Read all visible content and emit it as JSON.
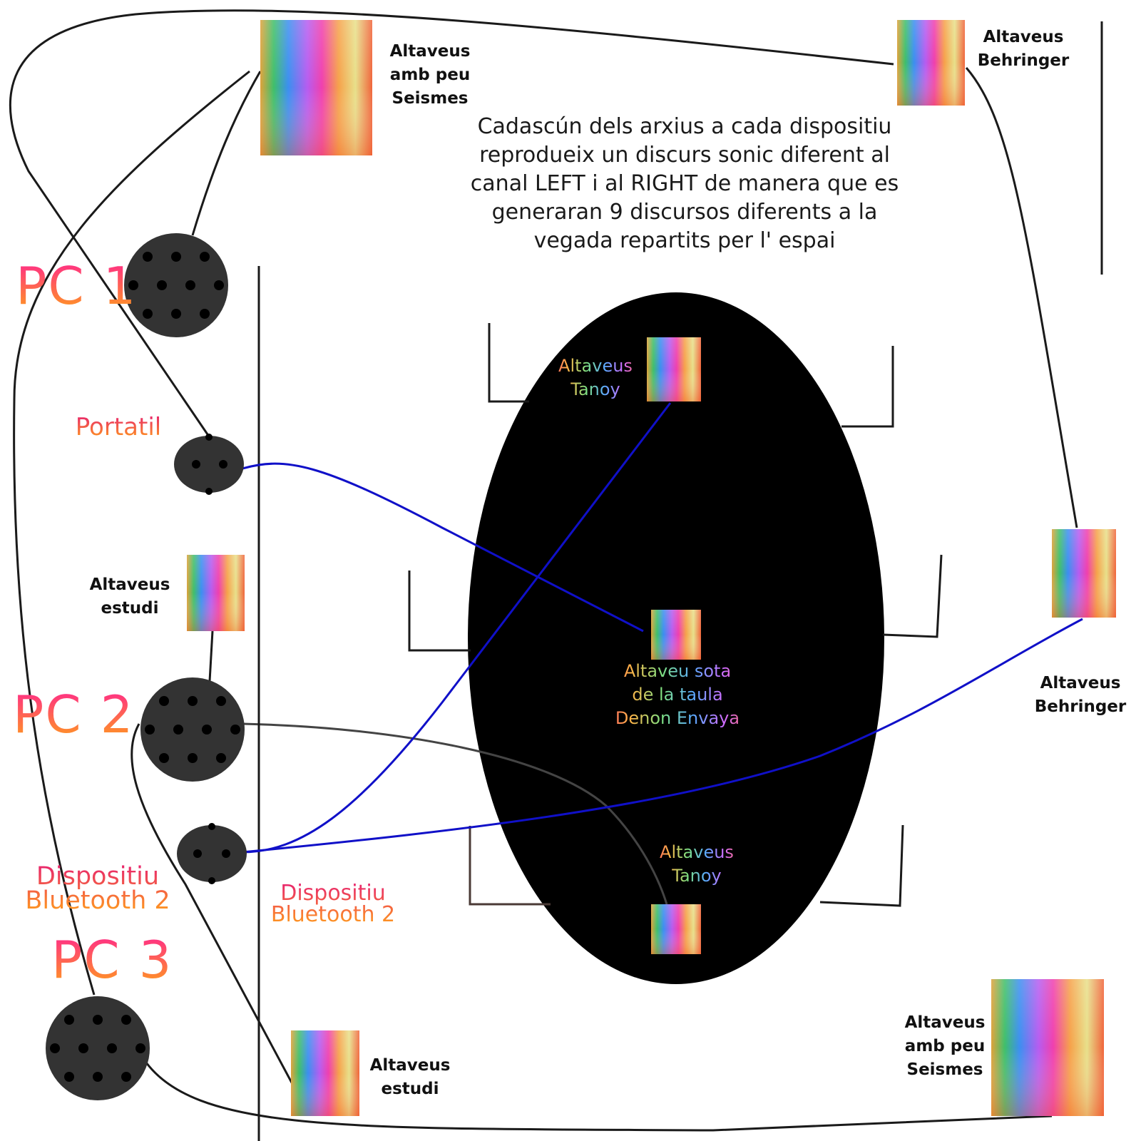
{
  "description_text": "Cadascún dels arxius a cada dispositiu\nreprodueix un discurs sonic diferent al\ncanal LEFT i al RIGHT de manera que es\ngeneraran 9 discursos diferents a la\nvegada repartits per l' espai",
  "devices": {
    "pc1": "PC 1",
    "pc2": "PC 2",
    "pc3": "PC 3",
    "portatil": "Portatil",
    "bluetooth_left": "Dispositiu\nBluetooth 2",
    "bluetooth_mid": "Dispositiu\nBluetooth 2"
  },
  "speakers": {
    "seismes_top": "Altaveus\namb peu\nSeismes",
    "behringer_top": "Altaveus\nBehringer",
    "estudi_mid": "Altaveus\nestudi",
    "estudi_bottom": "Altaveus\nestudi",
    "behringer_right": "Altaveus\nBehringer",
    "seismes_bottom": "Altaveus\namb peu\nSeismes",
    "tanoy_top": "Altaveus\nTanoy",
    "tanoy_bottom": "Altaveus\nTanoy",
    "denon": "Altaveu sota\nde la taula\nDenon Envaya"
  },
  "colors": {
    "wire": "#1a1a1a",
    "bluetooth_wire": "#1010c8",
    "table": "#000000",
    "device_fill": "#333333"
  }
}
